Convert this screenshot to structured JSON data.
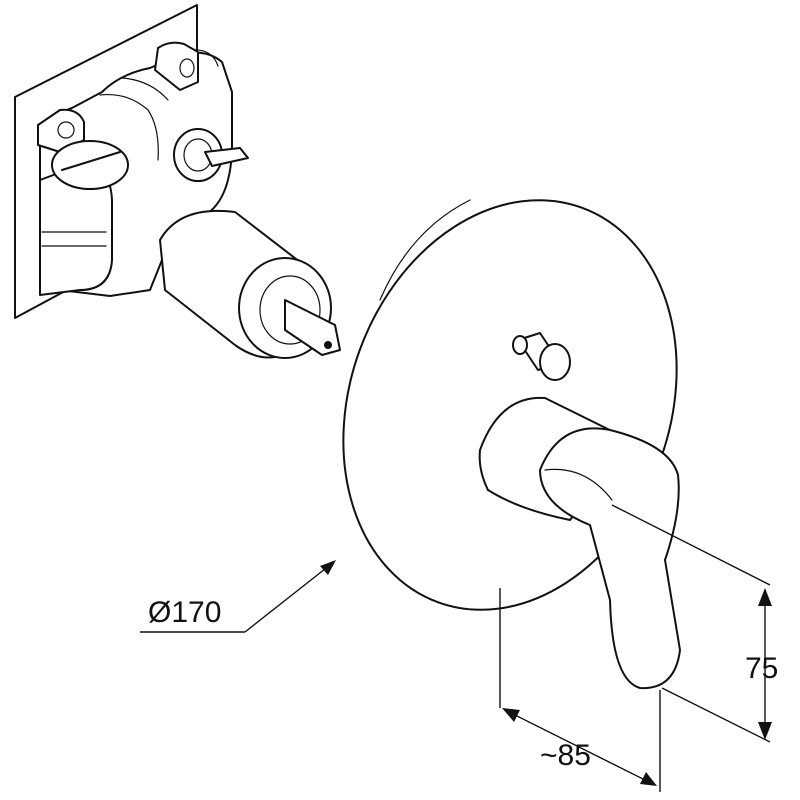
{
  "dimensions": {
    "diameter_label": "Ø170",
    "depth_label": "~85",
    "height_label": "75"
  }
}
